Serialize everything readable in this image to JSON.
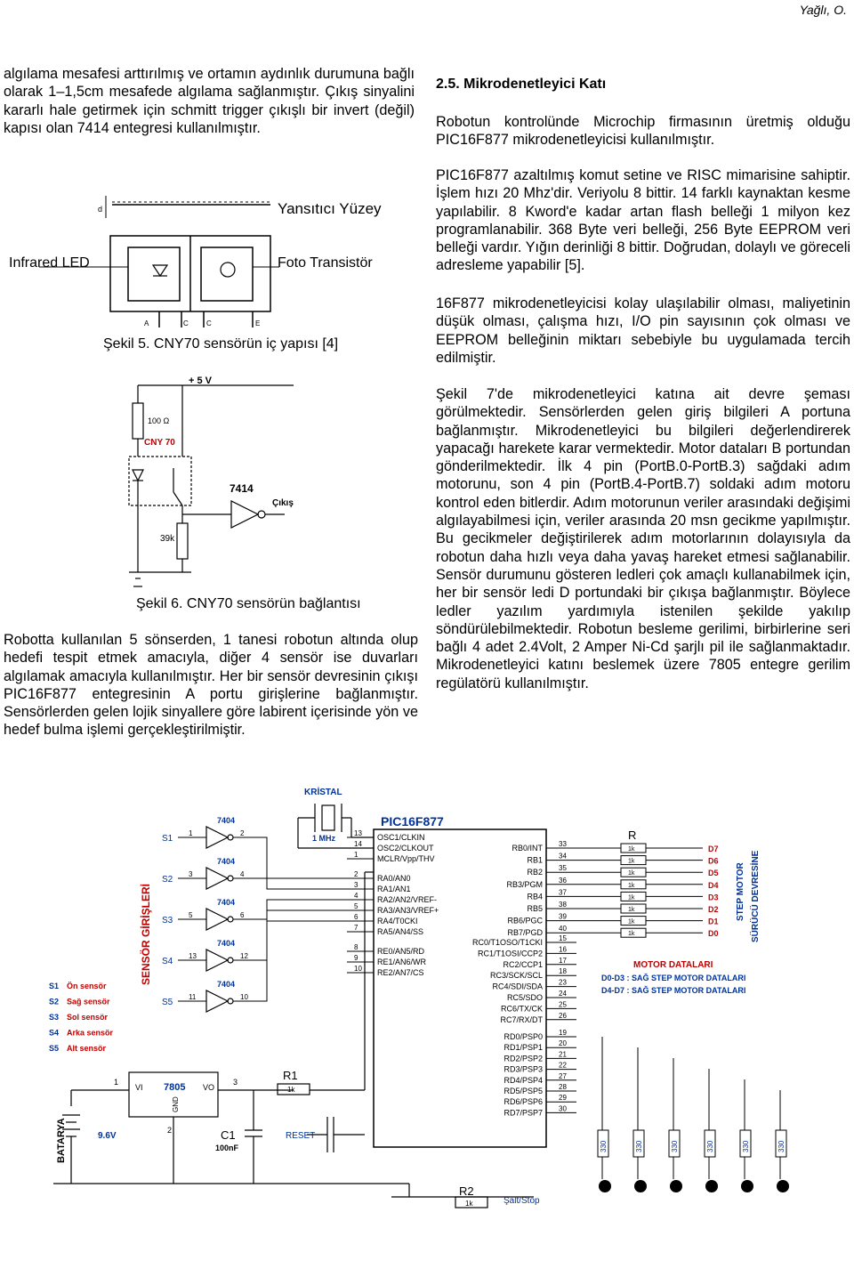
{
  "header": {
    "author": "Yağlı, O."
  },
  "left": {
    "para1": "algılama mesafesi arttırılmış ve ortamın aydınlık durumuna bağlı olarak 1–1,5cm mesafede algılama sağlanmıştır. Çıkış sinyalini kararlı hale getirmek için schmitt trigger çıkışlı bir invert (değil) kapısı olan 7414 entegresi kullanılmıştır.",
    "fig5": {
      "caption": "Şekil 5. CNY70 sensörün iç yapısı [4]",
      "label_surface": "Yansıtıcı Yüzey",
      "label_led": "Infrared LED",
      "label_photo": "Foto Transistör",
      "label_d": "d",
      "pins": [
        "A",
        "C",
        "C",
        "E"
      ]
    },
    "fig6": {
      "caption": "Şekil 6. CNY70 sensörün bağlantısı",
      "vcc": "+ 5 V",
      "r1": "100 Ω",
      "sensor": "CNY 70",
      "ic": "7414",
      "out": "Çıkış",
      "r2": "39k"
    },
    "para2": "Robotta kullanılan 5 sönserden, 1 tanesi robotun altında olup hedefi tespit etmek amacıyla, diğer 4 sensör ise duvarları algılamak amacıyla kullanılmıştır. Her bir sensör devresinin çıkışı PIC16F877 entegresinin A portu girişlerine bağlanmıştır. Sensörlerden gelen lojik sinyallere göre labirent içerisinde yön ve hedef bulma işlemi gerçekleştirilmiştir."
  },
  "right": {
    "heading": "2.5. Mikrodenetleyici Katı",
    "para1": "Robotun kontrolünde Microchip firmasının üretmiş olduğu PIC16F877 mikrodenetleyicisi kullanılmıştır.",
    "para2": "PIC16F877 azaltılmış komut setine ve RISC mimarisine sahiptir. İşlem hızı 20 Mhz'dir. Veriyolu 8 bittir. 14 farklı kaynaktan kesme yapılabilir. 8 Kword'e kadar artan flash belleği 1 milyon kez programlanabilir. 368 Byte veri belleği, 256 Byte EEPROM veri belleği vardır. Yığın derinliği 8 bittir. Doğrudan, dolaylı ve göreceli adresleme yapabilir [5].",
    "para3": "16F877 mikrodenetleyicisi kolay ulaşılabilir olması, maliyetinin düşük olması, çalışma hızı, I/O pin sayısının çok olması ve EEPROM belleğinin miktarı sebebiyle bu uygulamada tercih edilmiştir.",
    "para4": "Şekil 7'de mikrodenetleyici katına ait devre şeması görülmektedir. Sensörlerden gelen giriş bilgileri A portuna bağlanmıştır. Mikrodenetleyici bu bilgileri değerlendirerek yapacağı harekete karar vermektedir. Motor dataları B portundan gönderilmektedir. İlk 4 pin (PortB.0-PortB.3) sağdaki adım motorunu, son 4 pin (PortB.4-PortB.7) soldaki adım motoru kontrol eden bitlerdir. Adım motorunun veriler arasındaki değişimi algılayabilmesi için, veriler arasında 20 msn gecikme yapılmıştır. Bu gecikmeler değiştirilerek adım motorlarının dolayısıyla da robotun daha hızlı veya daha yavaş hareket etmesi sağlanabilir. Sensör durumunu gösteren ledleri çok amaçlı kullanabilmek için, her bir sensör ledi D portundaki bir çıkışa bağlanmıştır. Böylece ledler yazılım yardımıyla istenilen şekilde yakılıp söndürülebilmektedir. Robotun besleme gerilimi, birbirlerine seri bağlı 4 adet 2.4Volt, 2 Amper Ni-Cd şarjlı pil ile sağlanmaktadır. Mikrodenetleyici katını beslemek üzere 7805 entegre gerilim regülatörü kullanılmıştır."
  },
  "fig7": {
    "crystal": "KRİSTAL",
    "freq": "1 MHz",
    "chip": "PIC16F877",
    "sensor_title": "SENSÖR GİRİŞLERİ",
    "gate": "7404",
    "sensors": [
      "S1",
      "S2",
      "S3",
      "S4",
      "S5"
    ],
    "gate_in": [
      "1",
      "3",
      "5",
      "13",
      "11"
    ],
    "gate_out": [
      "2",
      "4",
      "6",
      "12",
      "10"
    ],
    "legend": [
      {
        "k": "S1",
        "v": "Ön sensör"
      },
      {
        "k": "S2",
        "v": "Sağ sensör"
      },
      {
        "k": "S3",
        "v": "Sol sensör"
      },
      {
        "k": "S4",
        "v": "Arka sensör"
      },
      {
        "k": "S5",
        "v": "Alt sensör"
      }
    ],
    "left_pins": [
      {
        "num": "13",
        "name": "OSC1/CLKIN"
      },
      {
        "num": "14",
        "name": "OSC2/CLKOUT"
      },
      {
        "num": "1",
        "name": "MCLR/Vpp/THV"
      },
      {
        "num": "2",
        "name": "RA0/AN0"
      },
      {
        "num": "3",
        "name": "RA1/AN1"
      },
      {
        "num": "4",
        "name": "RA2/AN2/VREF-"
      },
      {
        "num": "5",
        "name": "RA3/AN3/VREF+"
      },
      {
        "num": "6",
        "name": "RA4/T0CKI"
      },
      {
        "num": "7",
        "name": "RA5/AN4/SS"
      },
      {
        "num": "8",
        "name": "RE0/AN5/RD"
      },
      {
        "num": "9",
        "name": "RE1/AN6/WR"
      },
      {
        "num": "10",
        "name": "RE2/AN7/CS"
      }
    ],
    "right_pins_b": [
      {
        "num": "33",
        "name": "RB0/INT"
      },
      {
        "num": "34",
        "name": "RB1"
      },
      {
        "num": "35",
        "name": "RB2"
      },
      {
        "num": "36",
        "name": "RB3/PGM"
      },
      {
        "num": "37",
        "name": "RB4"
      },
      {
        "num": "38",
        "name": "RB5"
      },
      {
        "num": "39",
        "name": "RB6/PGC"
      },
      {
        "num": "40",
        "name": "RB7/PGD"
      }
    ],
    "right_pins_c": [
      {
        "num": "15",
        "name": "RC0/T1OSO/T1CKI"
      },
      {
        "num": "16",
        "name": "RC1/T1OSI/CCP2"
      },
      {
        "num": "17",
        "name": "RC2/CCP1"
      },
      {
        "num": "18",
        "name": "RC3/SCK/SCL"
      },
      {
        "num": "23",
        "name": "RC4/SDI/SDA"
      },
      {
        "num": "24",
        "name": "RC5/SDO"
      },
      {
        "num": "25",
        "name": "RC6/TX/CK"
      },
      {
        "num": "26",
        "name": "RC7/RX/DT"
      }
    ],
    "right_pins_d": [
      {
        "num": "19",
        "name": "RD0/PSP0"
      },
      {
        "num": "20",
        "name": "RD1/PSP1"
      },
      {
        "num": "21",
        "name": "RD2/PSP2"
      },
      {
        "num": "22",
        "name": "RD3/PSP3"
      },
      {
        "num": "27",
        "name": "RD4/PSP4"
      },
      {
        "num": "28",
        "name": "RD5/PSP5"
      },
      {
        "num": "29",
        "name": "RD6/PSP6"
      },
      {
        "num": "30",
        "name": "RD7/PSP7"
      }
    ],
    "res_label": "R",
    "res_value": "1k",
    "data_bits": [
      "D7",
      "D6",
      "D5",
      "D4",
      "D3",
      "D2",
      "D1",
      "D0"
    ],
    "step_title1": "STEP MOTOR",
    "step_title2": "SÜRÜCÜ DEVRESİNE",
    "motor_title": "MOTOR DATALARI",
    "motor_line1": "D0-D3 : SAĞ STEP MOTOR DATALARI",
    "motor_line2": "D4-D7 : SAĞ STEP MOTOR DATALARI",
    "battery": "BATARYA",
    "battery_v": "9.6V",
    "reg": "7805",
    "reg_vi": "VI",
    "reg_vo": "VO",
    "reg_gnd": "GND",
    "reg_pins": [
      "1",
      "3",
      "2"
    ],
    "r1": "R1",
    "r1_val": "1k",
    "c1": "C1",
    "c1_val": "100nF",
    "reset": "RESET",
    "r2": "R2",
    "r2_val": "1k",
    "led_res": "330",
    "switch_label": "Şalt/Stop"
  }
}
